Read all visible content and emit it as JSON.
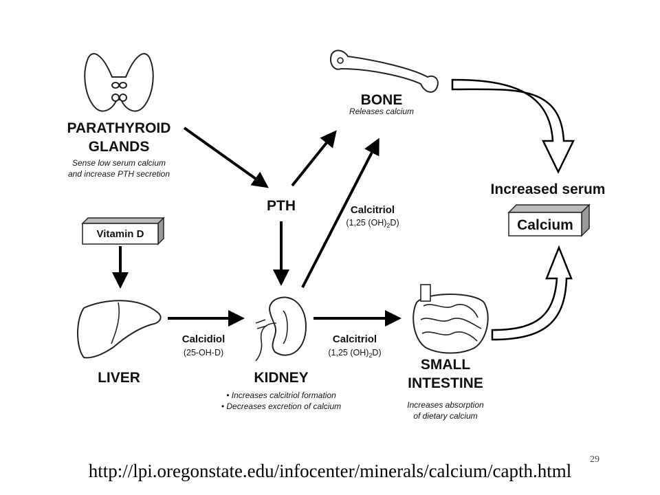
{
  "nodes": {
    "parathyroid": {
      "title1": "PARATHYROID",
      "title2": "GLANDS",
      "desc1": "Sense low serum calcium",
      "desc2": "and  increase PTH secretion"
    },
    "bone": {
      "title": "BONE",
      "desc": "Releases calcium"
    },
    "pth": {
      "title": "PTH"
    },
    "vitamin_d": {
      "title": "Vitamin D"
    },
    "liver": {
      "title": "LIVER"
    },
    "kidney": {
      "title": "KIDNEY",
      "desc1": "• Increases calcitriol formation",
      "desc2": "• Decreases excretion of calcium"
    },
    "intestine": {
      "title1": "SMALL",
      "title2": "INTESTINE",
      "desc1": "Increases absorption",
      "desc2": "of dietary calcium"
    },
    "serum": {
      "heading": "Increased serum",
      "box": "Calcium"
    }
  },
  "edges": {
    "calcitriol_bone": {
      "name": "Calcitriol",
      "formula_pre": "(1,25 (OH)",
      "formula_sub": "2",
      "formula_post": "D)"
    },
    "calcidiol": {
      "name": "Calcidiol",
      "formula": "(25-OH-D)"
    },
    "calcitriol_intestine": {
      "name": "Calcitriol",
      "formula_pre": "(1,25 (OH)",
      "formula_sub": "2",
      "formula_post": "D)"
    }
  },
  "footer": {
    "url": "http://lpi.oregonstate.edu/infocenter/minerals/calcium/capth.html",
    "slide_number": "29"
  }
}
